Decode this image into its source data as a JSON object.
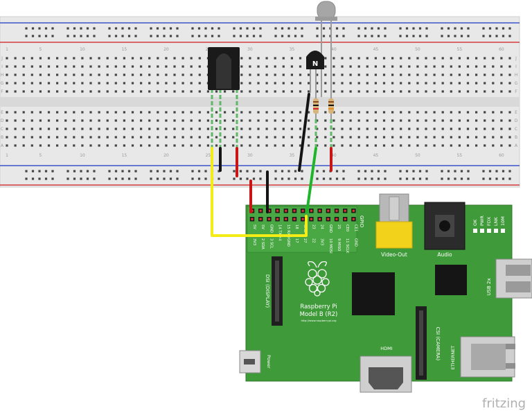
{
  "breadboard": {
    "row_letters_top": [
      "J",
      "I",
      "H",
      "G",
      "F"
    ],
    "row_letters_bottom": [
      "E",
      "D",
      "C",
      "B",
      "A"
    ],
    "column_numbers": [
      "1",
      "5",
      "10",
      "15",
      "20",
      "25",
      "30",
      "35",
      "40",
      "45",
      "50",
      "55",
      "60"
    ]
  },
  "components": {
    "transistor_mark": "N"
  },
  "pi": {
    "gpio_label": "GPIO",
    "pin_labels_top": [
      "5V",
      "5V",
      "GND",
      "14 TXD",
      "15 RXD",
      "18",
      "GND",
      "23",
      "24",
      "GND",
      "25",
      "CE0",
      "CE1"
    ],
    "pin_labels_bottom": [
      "3V3",
      "2 SDA",
      "3 SCL",
      "4",
      "GND",
      "17",
      "27",
      "22",
      "3V3",
      "10 MOSI",
      "9 MISO",
      "11 SCLK",
      "GND"
    ],
    "video_out": "Video-Out",
    "audio": "Audio",
    "leds": [
      "OK",
      "PWR",
      "FDX",
      "LNK",
      "10M"
    ],
    "usb": "USB 2x",
    "dsi": "DSI (DISPLAY)",
    "csi": "CSI (CAMERA)",
    "hdmi": "HDMI",
    "ethernet": "ETHERNET",
    "power": "Power",
    "brand_line1": "Raspberry Pi",
    "brand_line2": "Model B (R2)",
    "url": "http://www.raspberrypi.org"
  },
  "watermark": "fritzing",
  "colors": {
    "board_green": "#3f9a3a",
    "wire_yellow": "#f3ec16",
    "wire_green": "#1fb52b",
    "wire_red": "#c81616",
    "wire_black": "#141414",
    "rail_red": "#d23a3a",
    "rail_blue": "#3a52c8"
  }
}
